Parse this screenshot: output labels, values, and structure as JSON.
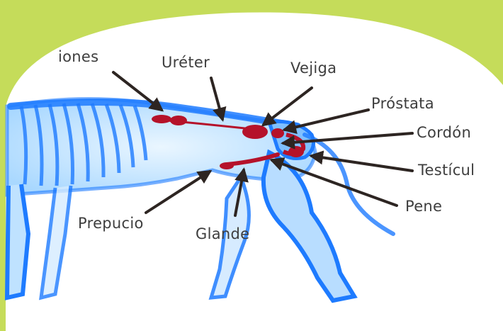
{
  "labels": {
    "rinones": "iones",
    "ureter": "Uréter",
    "vejiga": "Vejiga",
    "prostata": "Próstata",
    "cordon": "Cordón",
    "testiculo": "Testícul",
    "pene": "Pene",
    "prepucio": "Prepucio",
    "glande": "Glande"
  },
  "colors": {
    "background": "#c5dc5a",
    "panel": "#ffffff",
    "skeleton": "#1e7bff",
    "body_glow": "#a9d8ff",
    "organ": "#b5122a",
    "arrow": "#2d2522",
    "text": "#3e3e3e"
  },
  "icons": {
    "arrow_style": "arrowhead"
  }
}
